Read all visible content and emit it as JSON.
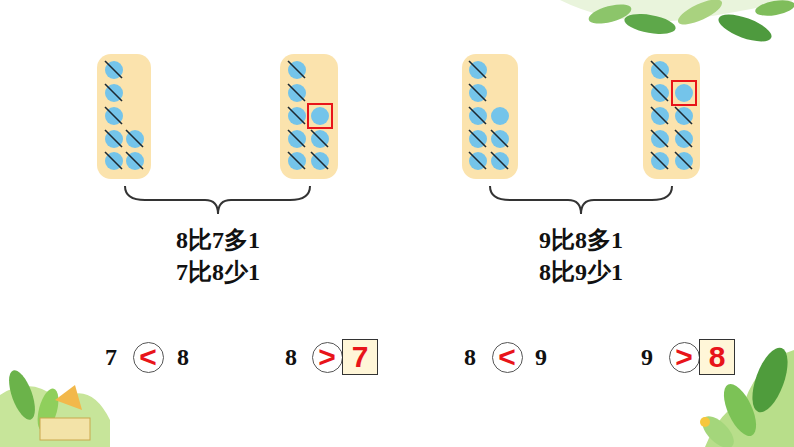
{
  "diagram": {
    "nodes": [
      {
        "text": [
          "<"
        ]
      },
      {
        "text": [
          ">"
        ]
      },
      {
        "text": [
          "7"
        ]
      },
      {
        "text": [
          "<"
        ]
      },
      {
        "text": [
          ">"
        ]
      },
      {
        "text": [
          "8"
        ]
      }
    ],
    "labels": [
      "8比7多1",
      "7比8少1",
      "9比8多1",
      "8比9少1",
      "7",
      "8",
      "8",
      "8",
      "9",
      "9"
    ]
  }
}
